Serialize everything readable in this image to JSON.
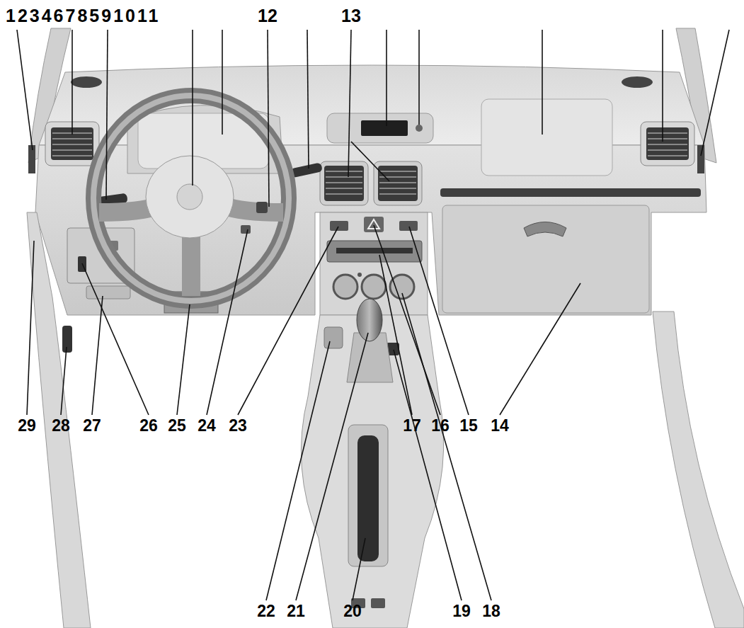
{
  "diagram": {
    "labels": [
      "1234678591011",
      "12",
      "13",
      "29",
      "28",
      "27",
      "26",
      "25",
      "24",
      "23",
      "17",
      "16",
      "15",
      "14",
      "22",
      "21",
      "20",
      "19",
      "18"
    ]
  }
}
